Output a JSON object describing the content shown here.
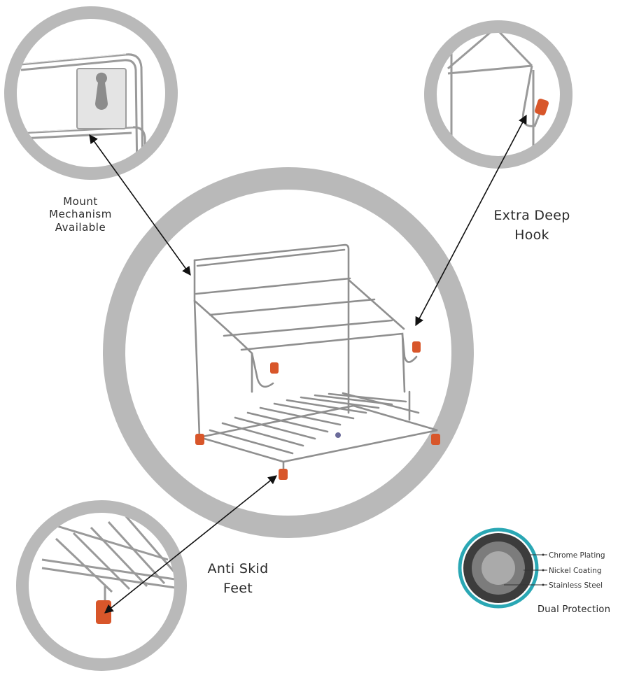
{
  "callouts": {
    "mount": {
      "lines": [
        "Mount",
        "Mechanism",
        "Available"
      ]
    },
    "hook": {
      "lines": [
        "Extra Deep",
        "Hook"
      ]
    },
    "feet": {
      "lines": [
        "Anti Skid",
        "Feet"
      ]
    }
  },
  "protection_legend": {
    "layers": [
      "Chrome Plating",
      "Nickel Coating",
      "Stainless Steel"
    ],
    "title": "Dual Protection"
  },
  "colors": {
    "ring": "#b9b9b9",
    "wire": "#8f8f8f",
    "wire_highlight": "#e9e9e9",
    "rubber_feet": "#d8562a",
    "legend_outer_ring": "#2aa7b4",
    "arrow": "#111111"
  }
}
